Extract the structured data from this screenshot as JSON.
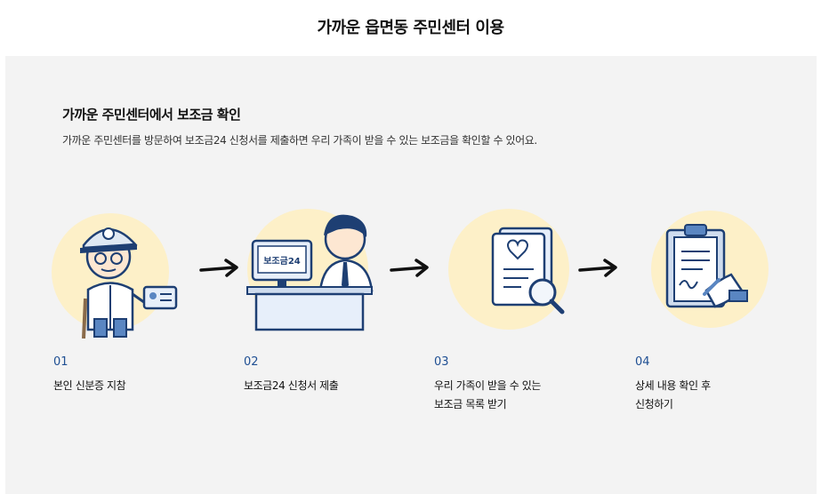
{
  "page": {
    "title": "가까운 읍면동 주민센터 이용"
  },
  "section": {
    "title": "가까운 주민센터에서 보조금 확인",
    "description": "가까운 주민센터를 방문하여 보조금24 신청서를 제출하면 우리 가족이 받을 수 있는 보조금을 확인할 수 있어요."
  },
  "steps": [
    {
      "number": "01",
      "label_line1": "본인 신분증 지참",
      "label_line2": ""
    },
    {
      "number": "02",
      "label_line1": "보조금24 신청서 제출",
      "label_line2": ""
    },
    {
      "number": "03",
      "label_line1": "우리 가족이 받을 수 있는",
      "label_line2": "보조금 목록 받기"
    },
    {
      "number": "04",
      "label_line1": "상세 내용 확인 후",
      "label_line2": "신청하기"
    }
  ],
  "illustrations": {
    "monitor_text": "보조금24"
  },
  "colors": {
    "accent_blue": "#1f4f93",
    "circle_yellow": "#fdf0c8",
    "panel_bg": "#f3f3f3",
    "outline_navy": "#1e3f73"
  }
}
